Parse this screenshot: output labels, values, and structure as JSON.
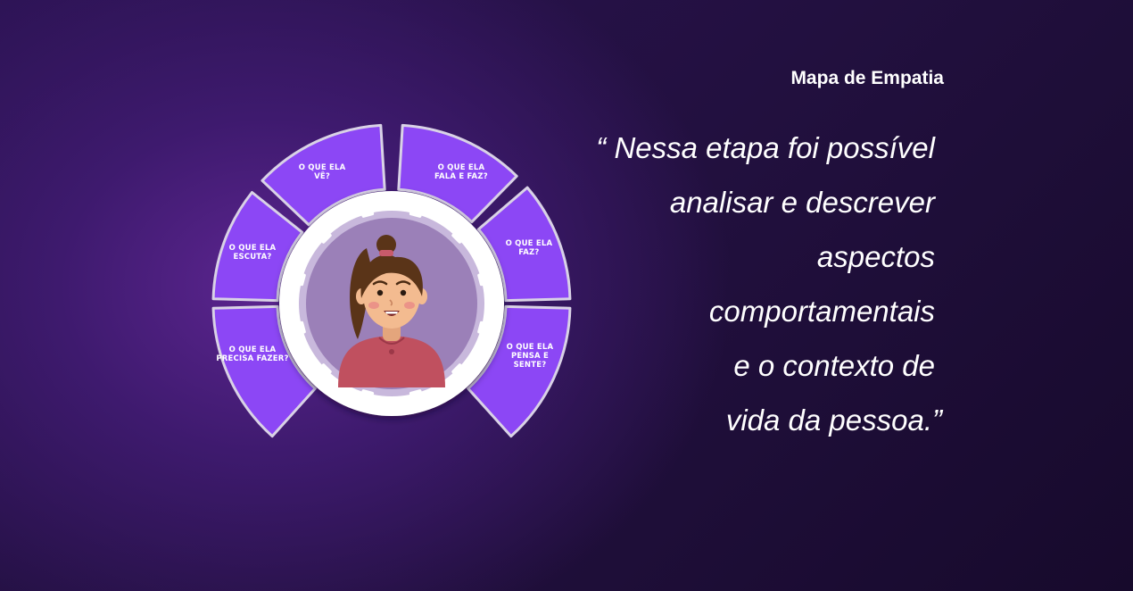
{
  "header": {
    "title": "Mapa de Empatia"
  },
  "empathy_map": {
    "segments": [
      {
        "id": "ve",
        "label": "O QUE ELA VÊ?",
        "lines": [
          "O QUE ELA",
          "VÊ?"
        ]
      },
      {
        "id": "fala",
        "label": "O QUE ELA FALA E FAZ?",
        "lines": [
          "O QUE ELA",
          "FALA E FAZ?"
        ]
      },
      {
        "id": "escuta",
        "label": "O QUE ELA ESCUTA?",
        "lines": [
          "O QUE ELA",
          "ESCUTA?"
        ]
      },
      {
        "id": "faz",
        "label": "O QUE ELA FAZ?",
        "lines": [
          "O QUE ELA",
          "FAZ?"
        ]
      },
      {
        "id": "precisa",
        "label": "O QUE ELA PRECISA FAZER?",
        "lines": [
          "O QUE ELA",
          "PRECISA FAZER?"
        ]
      },
      {
        "id": "pensa",
        "label": "O QUE ELA PENSA E SENTE?",
        "lines": [
          "O QUE ELA",
          "PENSA E",
          "SENTE?"
        ]
      }
    ],
    "colors": {
      "segment": "#8c47f5",
      "segment_border": "#d9d2e6",
      "gear": "#ffffff",
      "center": "#9b80b8",
      "shirt": "#c0505f",
      "hair": "#5a3418",
      "skin": "#f3bb90"
    }
  },
  "quote": {
    "lines": [
      "“ Nessa etapa foi possível",
      "analisar e descrever",
      "aspectos",
      "comportamentais",
      "e o contexto de",
      "vida da pessoa.”"
    ]
  }
}
